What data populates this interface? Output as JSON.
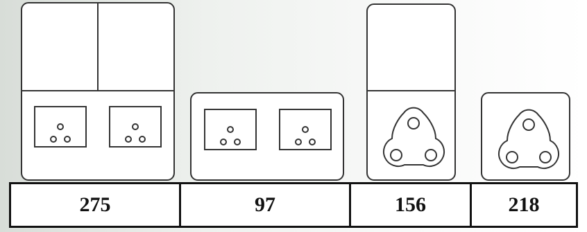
{
  "values": [
    {
      "value": "275"
    },
    {
      "value": "97"
    },
    {
      "value": "156"
    },
    {
      "value": "218"
    }
  ]
}
